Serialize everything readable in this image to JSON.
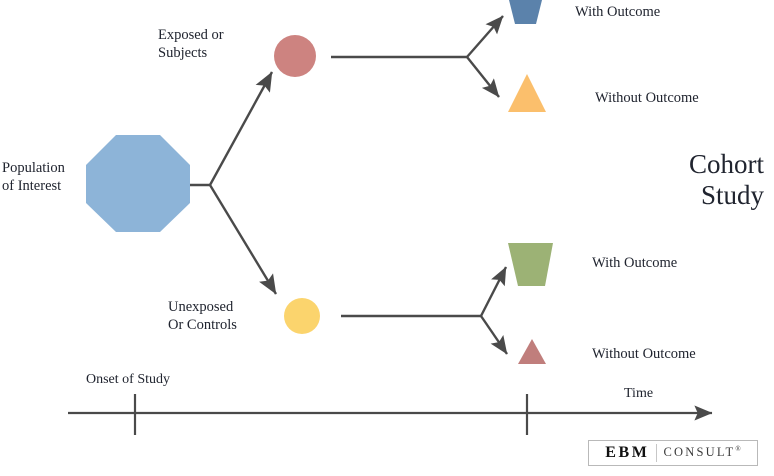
{
  "diagram": {
    "title": "Cohort\nStudy",
    "title_lines": [
      "Cohort",
      "Study"
    ],
    "start_node": {
      "label": "Population\nof Interest",
      "shape": "octagon",
      "color": "#8db4d8"
    },
    "groups": [
      {
        "id": "exposed",
        "label": "Exposed or\nSubjects",
        "shape": "circle",
        "color": "#cd8380"
      },
      {
        "id": "unexposed",
        "label": "Unexposed\nOr Controls",
        "shape": "circle",
        "color": "#fbd46d"
      }
    ],
    "outcomes": [
      {
        "id": "exposed-with",
        "label": "With Outcome",
        "shape": "trapezoid",
        "color": "#5b82ab"
      },
      {
        "id": "exposed-without",
        "label": "Without Outcome",
        "shape": "triangle",
        "color": "#fbbf6c"
      },
      {
        "id": "unexposed-with",
        "label": "With Outcome",
        "shape": "trapezoid",
        "color": "#9cb275"
      },
      {
        "id": "unexposed-without",
        "label": "Without Outcome",
        "shape": "triangle",
        "color": "#c07e7c"
      }
    ],
    "timeline": {
      "axis_label": "Time",
      "onset_label": "Onset of Study",
      "tick_count": 2,
      "line_color": "#4a4a4a"
    },
    "arrow_color": "#4a4a4a",
    "text_color": "#20242f"
  },
  "branding": {
    "logo_primary": "EBM",
    "logo_secondary": "CONSULT",
    "logo_mark": "®"
  }
}
